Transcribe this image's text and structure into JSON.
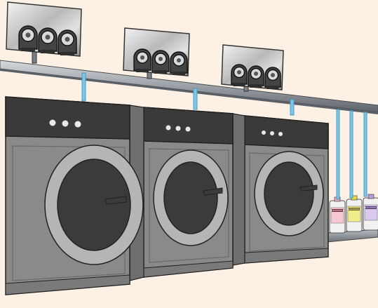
{
  "illustration": {
    "background_color": "#fdf1e6",
    "pump_units": [
      {
        "pumps": 3
      },
      {
        "pumps": 3
      },
      {
        "pumps": 3
      }
    ],
    "washers": [
      {
        "control_dots": 3
      },
      {
        "control_dots": 3
      },
      {
        "control_dots": 3
      }
    ],
    "chemical_containers": [
      {
        "label": "RODAPIDELL",
        "cap_color": "#f3a6b8"
      },
      {
        "label": "RODAPIDELL",
        "cap_color": "#e6dc3c"
      },
      {
        "label": "RODAPIDELL",
        "cap_color": "#b59bd6"
      }
    ],
    "colors": {
      "machine_body": "#8a8a8a",
      "machine_dark": "#3a3a3a",
      "tube": "#7ec6e6",
      "rail": "#9aa0a6"
    }
  }
}
